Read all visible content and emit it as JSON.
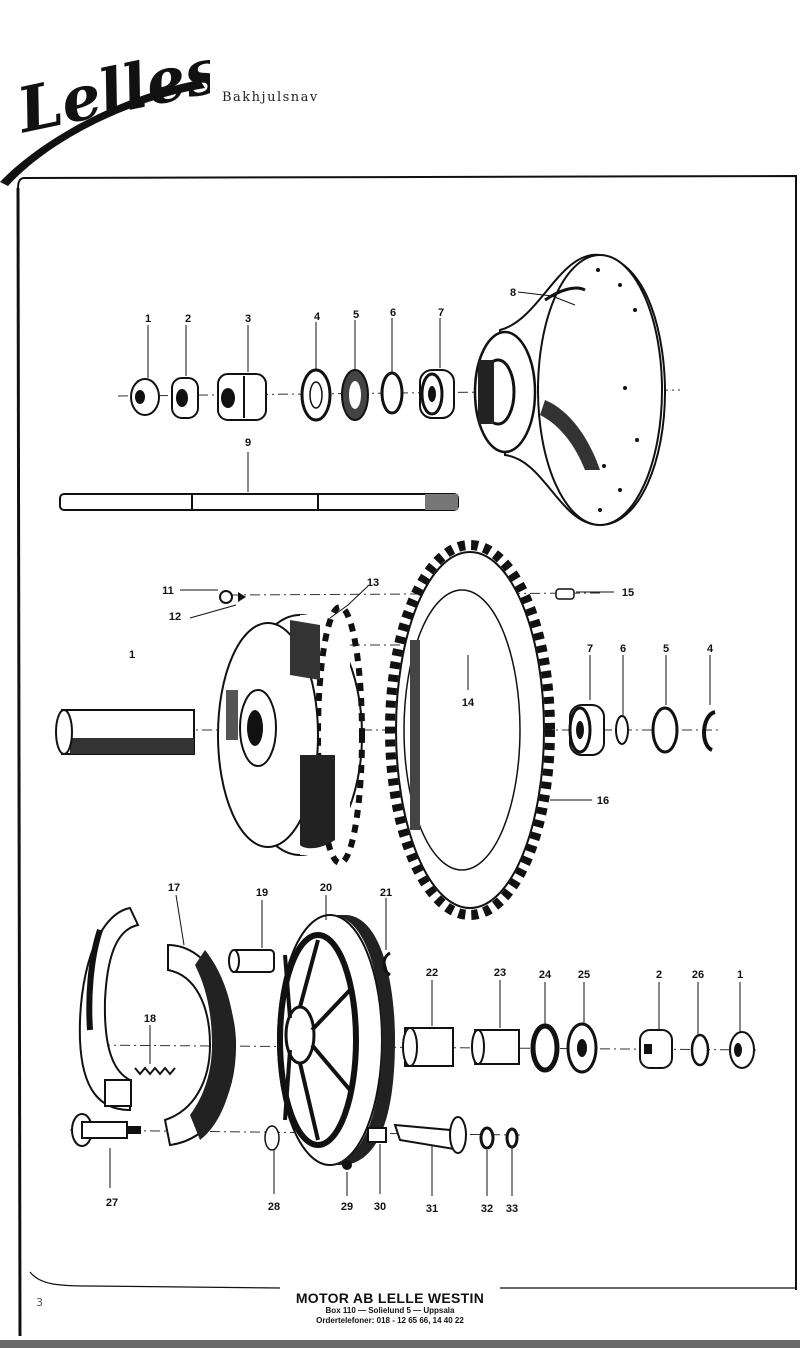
{
  "brand": {
    "logo_text": "Lelles"
  },
  "document": {
    "subtitle": "Bakhjulsnav"
  },
  "footer": {
    "company": "MOTOR AB LELLE WESTIN",
    "address": "Box 110 — Solielund 5 — Uppsala",
    "phones": "Ordertelefoner: 018 - 12 65 66, 14 40 22"
  },
  "page_number": "3",
  "part_labels": [
    {
      "id": "p1a",
      "text": "1"
    },
    {
      "id": "p2a",
      "text": "2"
    },
    {
      "id": "p3",
      "text": "3"
    },
    {
      "id": "p4a",
      "text": "4"
    },
    {
      "id": "p5a",
      "text": "5"
    },
    {
      "id": "p6a",
      "text": "6"
    },
    {
      "id": "p7a",
      "text": "7"
    },
    {
      "id": "p8",
      "text": "8"
    },
    {
      "id": "p9",
      "text": "9"
    },
    {
      "id": "p11",
      "text": "11"
    },
    {
      "id": "p12",
      "text": "12"
    },
    {
      "id": "p13",
      "text": "13"
    },
    {
      "id": "p15",
      "text": "15"
    },
    {
      "id": "p1b",
      "text": "1"
    },
    {
      "id": "p14",
      "text": "14"
    },
    {
      "id": "p7b",
      "text": "7"
    },
    {
      "id": "p6b",
      "text": "6"
    },
    {
      "id": "p5b",
      "text": "5"
    },
    {
      "id": "p4b",
      "text": "4"
    },
    {
      "id": "p16",
      "text": "16"
    },
    {
      "id": "p17",
      "text": "17"
    },
    {
      "id": "p19",
      "text": "19"
    },
    {
      "id": "p20",
      "text": "20"
    },
    {
      "id": "p21",
      "text": "21"
    },
    {
      "id": "p22",
      "text": "22"
    },
    {
      "id": "p23",
      "text": "23"
    },
    {
      "id": "p24",
      "text": "24"
    },
    {
      "id": "p25",
      "text": "25"
    },
    {
      "id": "p2b",
      "text": "2"
    },
    {
      "id": "p26",
      "text": "26"
    },
    {
      "id": "p1c",
      "text": "1"
    },
    {
      "id": "p18",
      "text": "18"
    },
    {
      "id": "p27",
      "text": "27"
    },
    {
      "id": "p28",
      "text": "28"
    },
    {
      "id": "p29",
      "text": "29"
    },
    {
      "id": "p30",
      "text": "30"
    },
    {
      "id": "p31",
      "text": "31"
    },
    {
      "id": "p32",
      "text": "32"
    },
    {
      "id": "p33",
      "text": "33"
    }
  ]
}
